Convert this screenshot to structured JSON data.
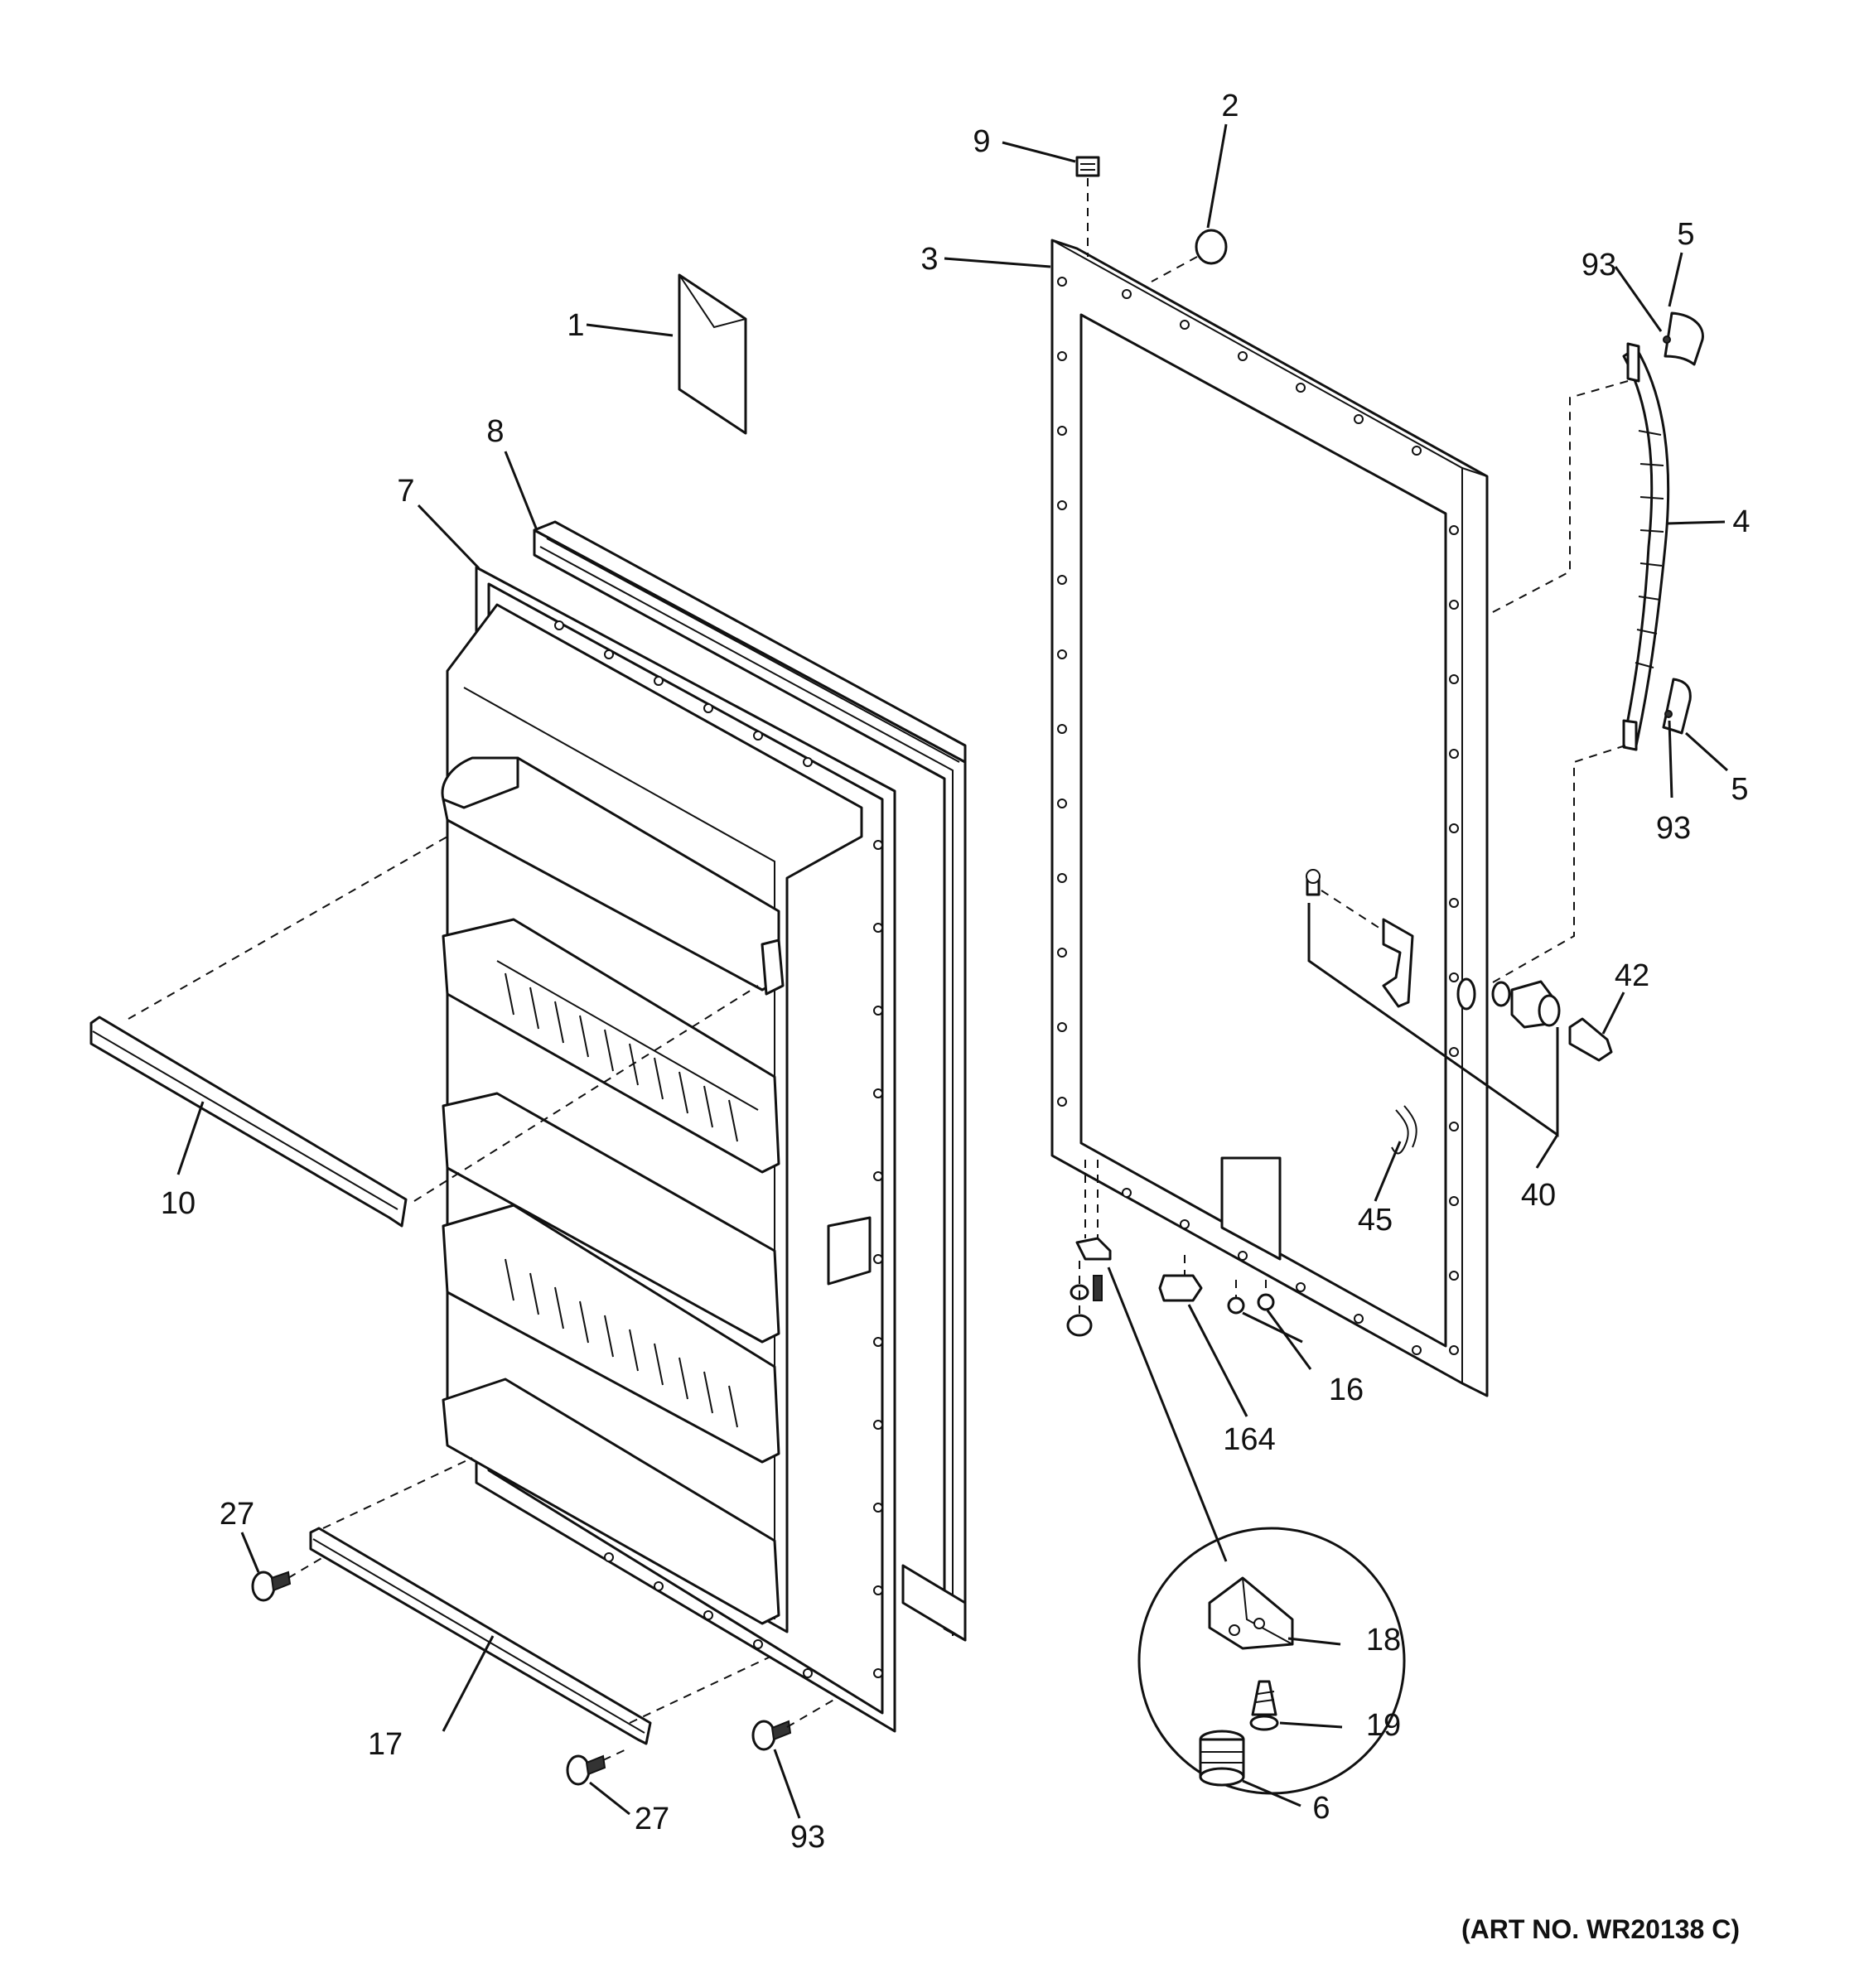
{
  "diagram": {
    "art_number": "(ART NO. WR20138 C)",
    "callouts": {
      "c1": "1",
      "c2": "2",
      "c3": "3",
      "c4": "4",
      "c5a": "5",
      "c5b": "5",
      "c6": "6",
      "c7": "7",
      "c8": "8",
      "c9": "9",
      "c10": "10",
      "c16": "16",
      "c17": "17",
      "c18": "18",
      "c19": "19",
      "c27a": "27",
      "c27b": "27",
      "c40": "40",
      "c42": "42",
      "c45": "45",
      "c93a": "93",
      "c93b": "93",
      "c93c": "93",
      "c164": "164"
    }
  }
}
